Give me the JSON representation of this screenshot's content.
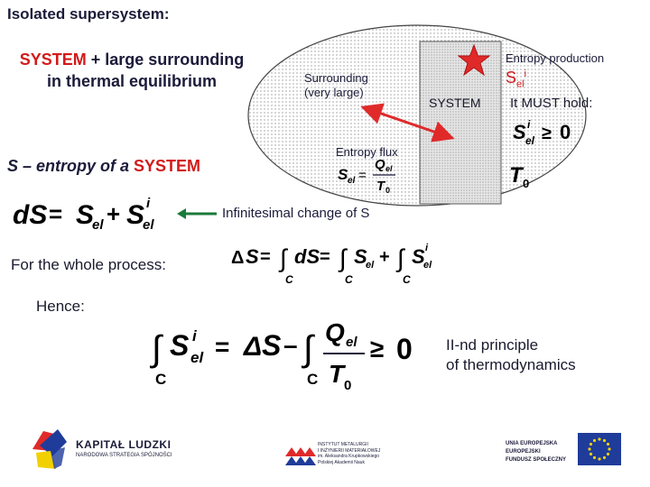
{
  "title": "Isolated supersystem:",
  "system_line_part1": "SYSTEM",
  "system_line_part2": " + large surrounding",
  "system_line_part3": "in thermal equilibrium",
  "s_def_part1": "S – entropy of a ",
  "s_def_part2": "SYSTEM",
  "surrounding_line1": "Surrounding",
  "surrounding_line2": "(very large)",
  "system_box_label": "SYSTEM",
  "entropy_production_label": "Entropy production",
  "entropy_flux_label": "Entropy flux",
  "must_hold_label": "It MUST hold:",
  "infinitesimal_label": "Infinitesimal change of S",
  "whole_process_label": "For the whole process:",
  "hence_label": "Hence:",
  "principle_line1": "II-nd principle",
  "principle_line2": "of thermodynamics",
  "logos": {
    "kapital_line1": "KAPITAŁ LUDZKI",
    "kapital_line2": "NARODOWA STRATEGIA SPÓJNOŚCI",
    "institute_line1": "INSTYTUT METALURGII",
    "institute_line2": "I INŻYNIERII MATERIAŁOWEJ",
    "institute_line3": "im. Aleksandra Krupkowskiego",
    "institute_line4": "Polskiej Akademii Nauk",
    "eu_line1": "UNIA EUROPEJSKA",
    "eu_line2": "EUROPEJSKI",
    "eu_line3": "FUNDUSZ SPOŁECZNY"
  },
  "colors": {
    "text": "#1b1b3a",
    "accent_red": "#d21a1a",
    "arrow_red": "#e02a2a",
    "arrow_green": "#1a7a3a",
    "eu_blue": "#1f3c9a",
    "eu_star": "#f2d000",
    "system_fill": "#e8e8e8"
  }
}
